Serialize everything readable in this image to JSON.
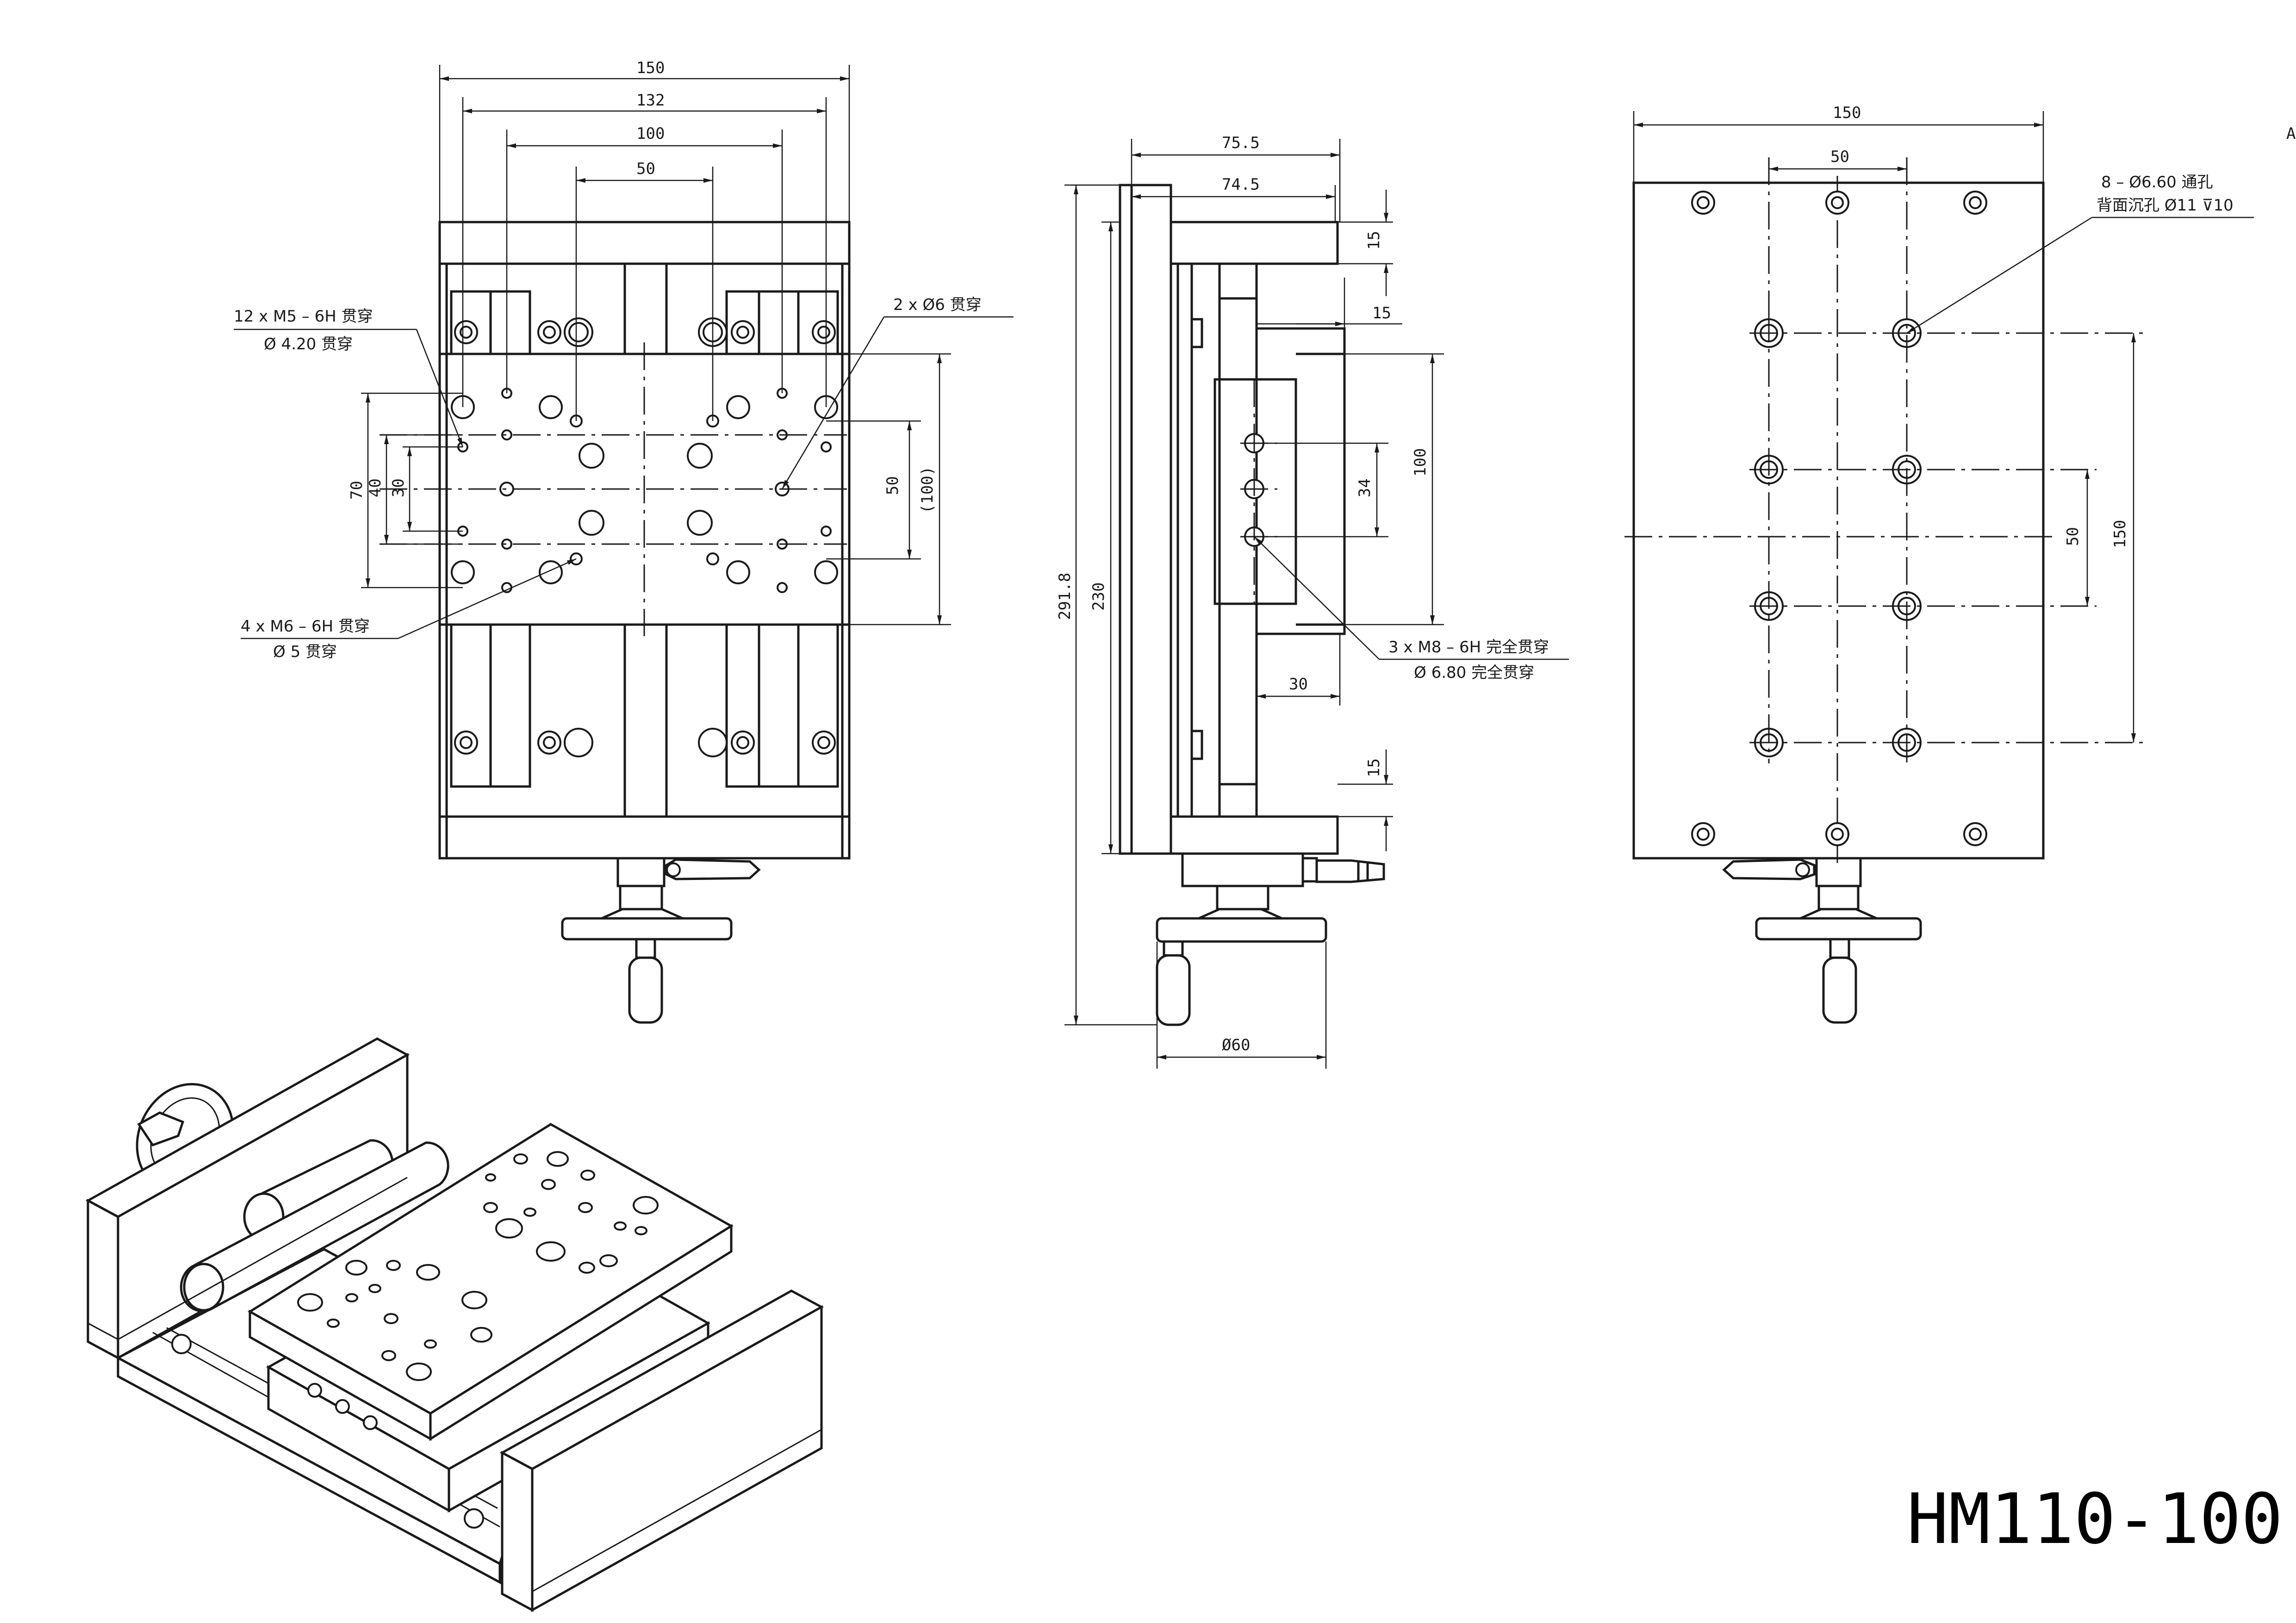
{
  "title": "HM110-100",
  "corner_mark": "A",
  "front_view": {
    "dims": {
      "w150": "150",
      "w132": "132",
      "w100": "100",
      "w50": "50",
      "h70": "70",
      "h40": "40",
      "h30": "30",
      "h50": "50",
      "h100": "(100)"
    },
    "notes": {
      "m5_line1": "12 x  M5 – 6H 贯穿",
      "m5_line2": "Ø  4.20 贯穿",
      "d6": "2 x  Ø6 贯穿",
      "m6_line1": "4 x  M6 – 6H 贯穿",
      "m6_line2": "Ø  5 贯穿"
    }
  },
  "side_view": {
    "dims": {
      "w75_5": "75.5",
      "w74_5": "74.5",
      "t15a": "15",
      "t15b": "15",
      "h100": "100",
      "h34": "34",
      "h291_8": "291.8",
      "h230": "230",
      "w30": "30",
      "t15c": "15",
      "d60": "Ø60"
    },
    "notes": {
      "m8_line1": "3 x  M8 – 6H 完全贯穿",
      "m8_line2": "Ø  6.80 完全贯穿"
    }
  },
  "bottom_view": {
    "dims": {
      "w150": "150",
      "w50": "50",
      "h50": "50",
      "h150": "150"
    },
    "notes": {
      "hole_line1": "8 – Ø6.60 通孔",
      "hole_line2": "背面沉孔 Ø11 ⊽10"
    }
  }
}
